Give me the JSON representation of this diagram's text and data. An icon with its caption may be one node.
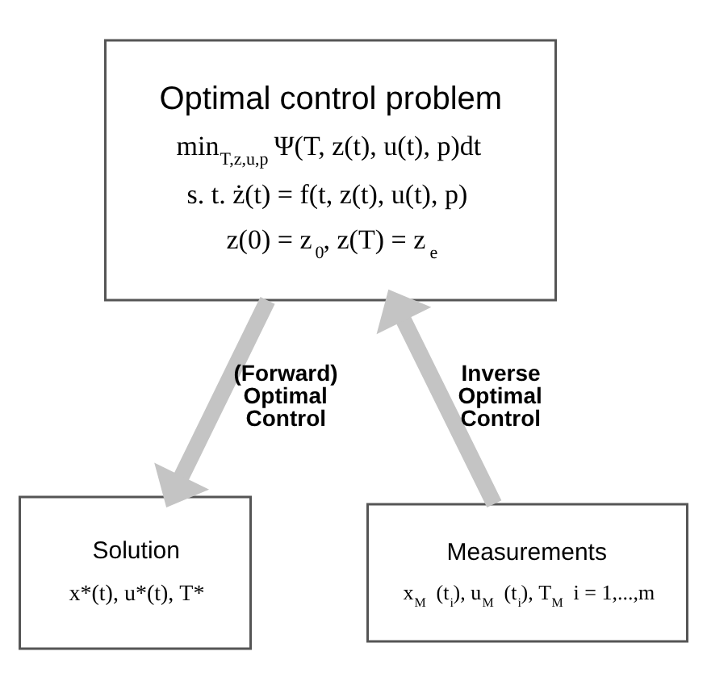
{
  "diagram": {
    "nodes": [
      {
        "text": [
          "Optimal control problem",
          "min$_{T,z,u,p}$ Ψ(T, z(t), u(t), p)dt",
          "s. t. ż(t) = f(t, z(t), u(t), p)",
          "z(0) = z$_{0}$, z(T) = z$_{e}$"
        ]
      },
      {
        "text": [
          "Solution",
          "x*(t), u*(t), T*"
        ]
      },
      {
        "text": [
          "Measurements",
          "x$_{M}$ (t$_{i}$), u$_{M}$ (t$_{i}$), T$_{M}$ i = 1,...,m"
        ]
      }
    ],
    "edges": [
      {
        "from": 0,
        "to": 1,
        "arrow": "to",
        "label": "(Forward) Optimal Control"
      },
      {
        "from": 2,
        "to": 0,
        "arrow": "to",
        "label": "Inverse Optimal Control"
      }
    ]
  }
}
